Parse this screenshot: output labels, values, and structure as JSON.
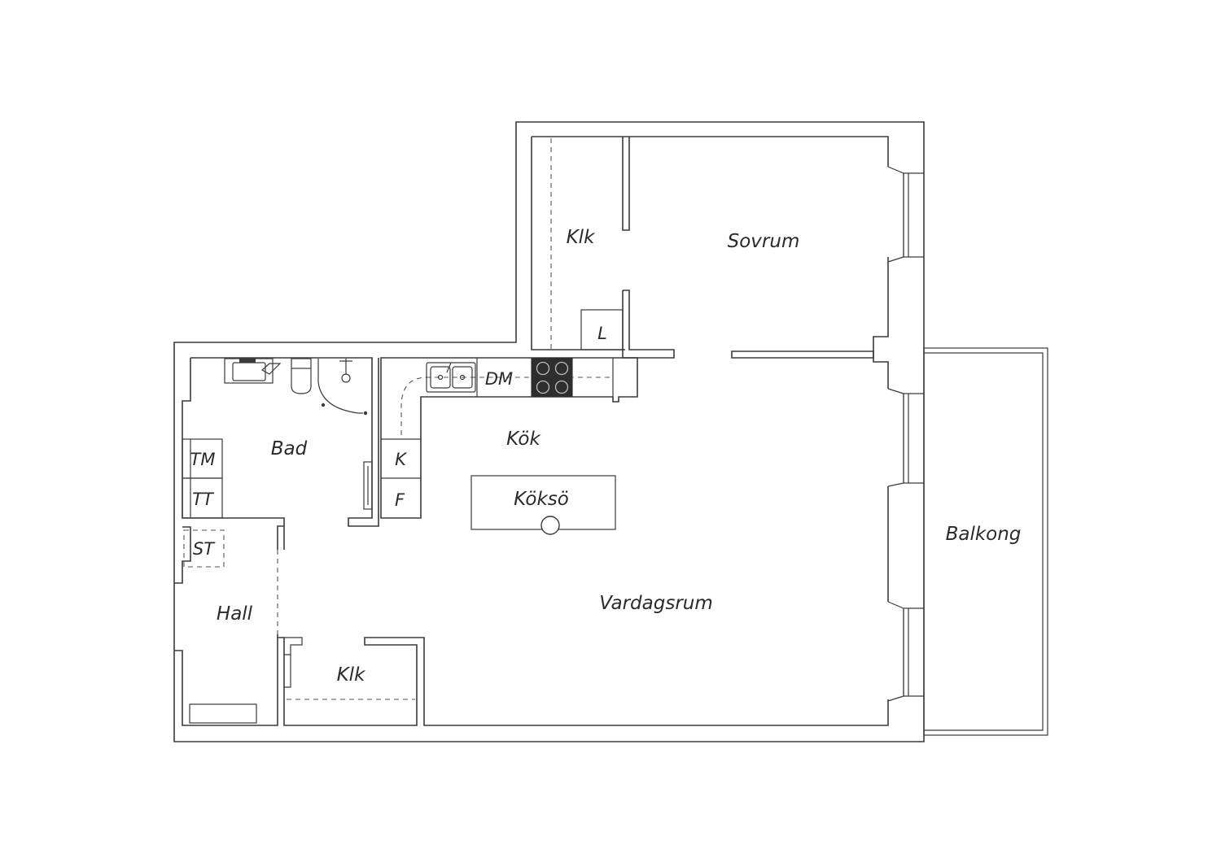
{
  "rooms": {
    "klk_top": "Klk",
    "sovrum": "Sovrum",
    "l": "L",
    "bad": "Bad",
    "tm": "TM",
    "tt": "TT",
    "st": "ST",
    "hall": "Hall",
    "klk_bottom": "Klk",
    "kok": "Kök",
    "dm": "DM",
    "k": "K",
    "f": "F",
    "koksö": "Köksö",
    "vardagsrum": "Vardagsrum",
    "balkong": "Balkong"
  },
  "icons": {
    "sink": "double-sink-icon",
    "stove": "stove-icon",
    "toilet": "toilet-icon",
    "shower": "shower-icon",
    "washbasin": "washbasin-icon"
  },
  "colors": {
    "wall": "#3a3a3a",
    "stove": "#2e2e2e",
    "background": "#ffffff"
  }
}
